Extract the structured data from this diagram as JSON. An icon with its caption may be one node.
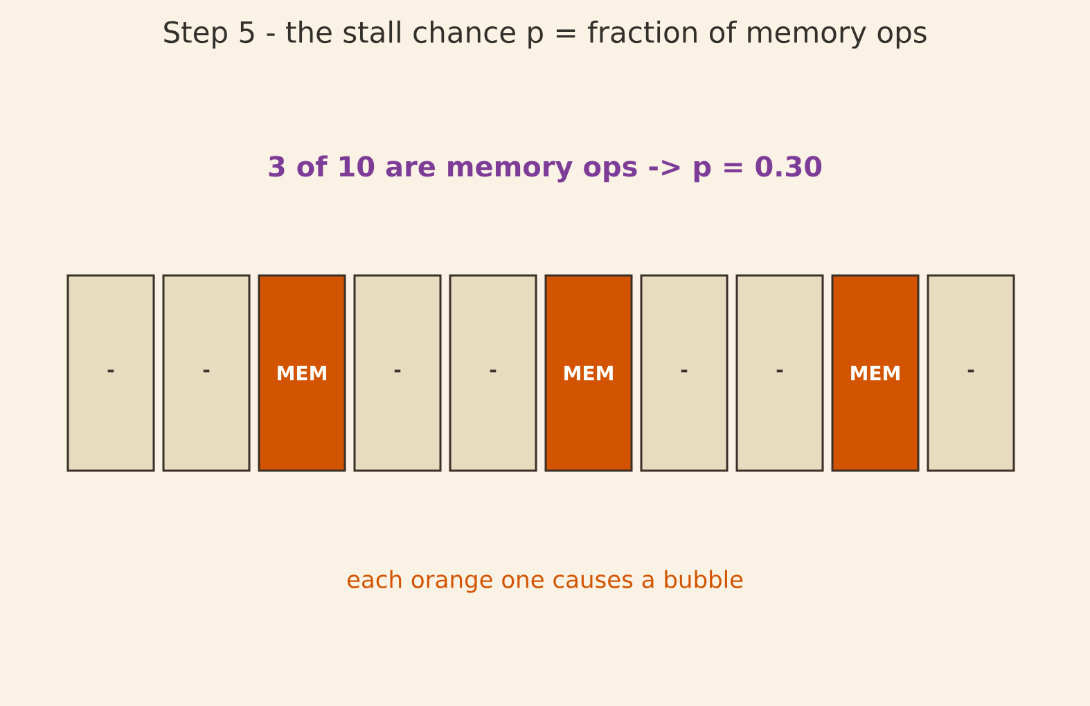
{
  "diagram": {
    "title": "Step 5 - the stall chance p = fraction of memory ops",
    "nodes": [
      {
        "text": [
          "-"
        ]
      },
      {
        "text": [
          "-"
        ]
      },
      {
        "text": [
          "MEM"
        ]
      },
      {
        "text": [
          "-"
        ]
      },
      {
        "text": [
          "-"
        ]
      },
      {
        "text": [
          "MEM"
        ]
      },
      {
        "text": [
          "-"
        ]
      },
      {
        "text": [
          "-"
        ]
      },
      {
        "text": [
          "MEM"
        ]
      },
      {
        "text": [
          "-"
        ]
      }
    ],
    "labels": [
      "3 of 10 are memory ops  ->  p = 0.30",
      "each orange one causes a bubble"
    ]
  }
}
